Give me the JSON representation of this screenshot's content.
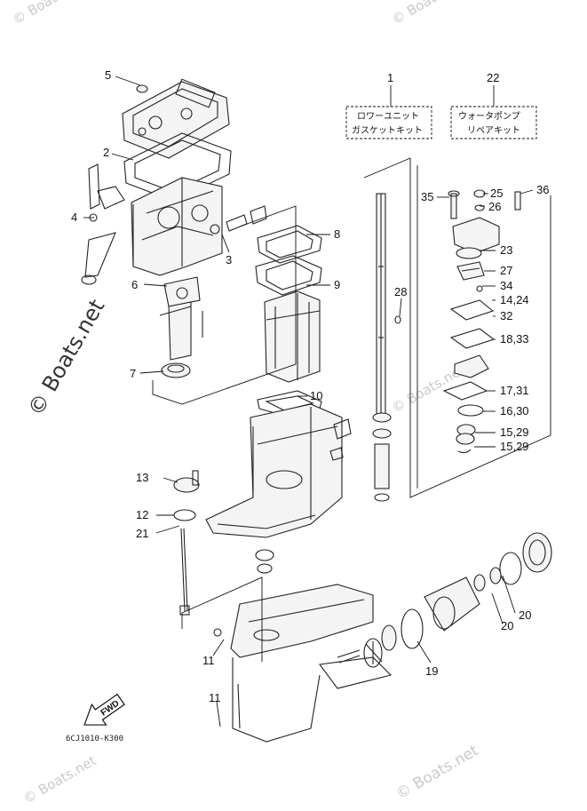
{
  "watermarks": {
    "top_left": "© Boats.net",
    "top_right": "© Boats.net",
    "side": "© Boats.net",
    "right_mid": "© Boats.net",
    "bottom_left": "© Boats.net",
    "bottom_right": "© Boats.net"
  },
  "kits": [
    {
      "number": "1",
      "line1": "ロワーユニット",
      "line2": "ガスケットキット"
    },
    {
      "number": "22",
      "line1": "ウォータポンプ",
      "line2": "リペアキット"
    }
  ],
  "callouts": {
    "c2": "2",
    "c3": "3",
    "c4": "4",
    "c5": "5",
    "c6": "6",
    "c7": "7",
    "c8": "8",
    "c9": "9",
    "c10": "10",
    "c11a": "11",
    "c11b": "11",
    "c12": "12",
    "c13": "13",
    "c19": "19",
    "c20a": "20",
    "c20b": "20",
    "c21": "21",
    "c23": "23",
    "c25": "25",
    "c26": "26",
    "c27": "27",
    "c28": "28",
    "c34": "34",
    "c35": "35",
    "c36": "36",
    "c14_24": "14,24",
    "c32": "32",
    "c18_33": "18,33",
    "c17_31": "17,31",
    "c16_30": "16,30",
    "c15_29a": "15,29",
    "c15_29b": "15,29"
  },
  "fwd_label": "FWD",
  "drawing_code": "6CJ1010-K300",
  "icons": [
    "fwd-arrow-icon"
  ]
}
